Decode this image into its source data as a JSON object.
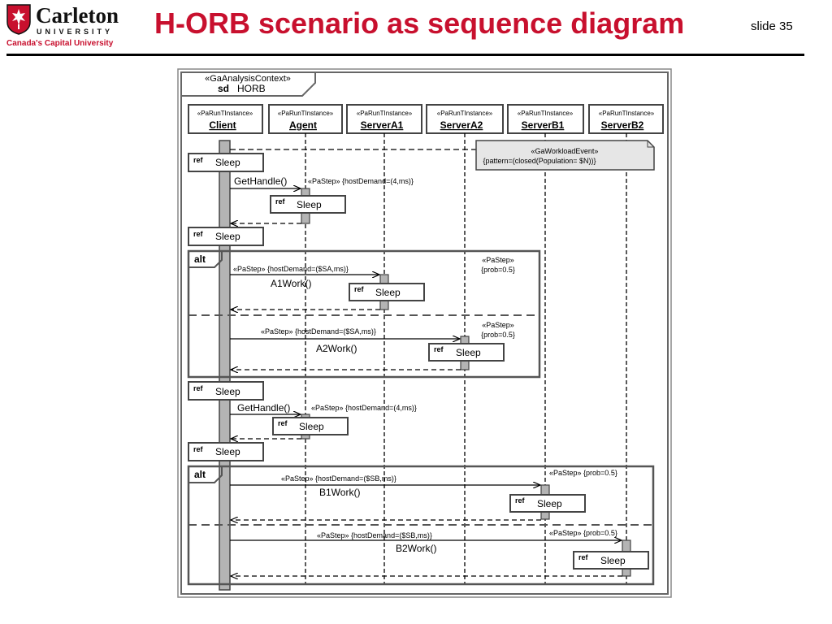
{
  "header": {
    "logo_name": "Carleton",
    "logo_university": "UNIVERSITY",
    "logo_tagline": "Canada's Capital University",
    "title": "H-ORB scenario as sequence diagram",
    "slide_number": "slide 35"
  },
  "colors": {
    "title": "#c8102e",
    "activation": "#b4b4b4",
    "note_fill": "#e6e6e6"
  },
  "diagram": {
    "frame_stereotype": "«GaAnalysisContext»",
    "frame_kind": "sd",
    "frame_name": "HORB",
    "lifelines": [
      {
        "stereotype": "«PaRunTInstance»",
        "name": "Client"
      },
      {
        "stereotype": "«PaRunTInstance»",
        "name": "Agent"
      },
      {
        "stereotype": "«PaRunTInstance»",
        "name": "ServerA1"
      },
      {
        "stereotype": "«PaRunTInstance»",
        "name": "ServerA2"
      },
      {
        "stereotype": "«PaRunTInstance»",
        "name": "ServerB1"
      },
      {
        "stereotype": "«PaRunTInstance»",
        "name": "ServerB2"
      }
    ],
    "workload_note": {
      "line1": "«GaWorkloadEvent»",
      "line2": "{pattern=(closed(Population= $N))}"
    },
    "ref_keyword": "ref",
    "refs": [
      "Sleep",
      "Sleep",
      "Sleep",
      "Sleep",
      "Sleep",
      "Sleep",
      "Sleep",
      "Sleep",
      "Sleep",
      "Sleep"
    ],
    "alt_keyword": "alt",
    "messages": {
      "gethandle_1": "GetHandle()",
      "gethandle_1_step": "«PaStep» {hostDemand=(4,ms)}",
      "a1_step": "«PaStep» {hostDemand=($SA,ms)}",
      "a1_op": "A1Work()",
      "a1_prob_stereo": "«PaStep»",
      "a1_prob": "{prob=0.5}",
      "a2_step": "«PaStep» {hostDemand=($SA,ms)}",
      "a2_op": "A2Work()",
      "a2_prob_stereo": "«PaStep»",
      "a2_prob": "{prob=0.5}",
      "gethandle_2": "GetHandle()",
      "gethandle_2_step": "«PaStep» {hostDemand=(4,ms)}",
      "b1_step": "«PaStep» {hostDemand=($SB,ms)}",
      "b1_op": "B1Work()",
      "b1_prob": "«PaStep» {prob=0.5}",
      "b2_step": "«PaStep» {hostDemand=($SB,ms)}",
      "b2_op": "B2Work()",
      "b2_prob": "«PaStep» {prob=0.5}"
    }
  }
}
